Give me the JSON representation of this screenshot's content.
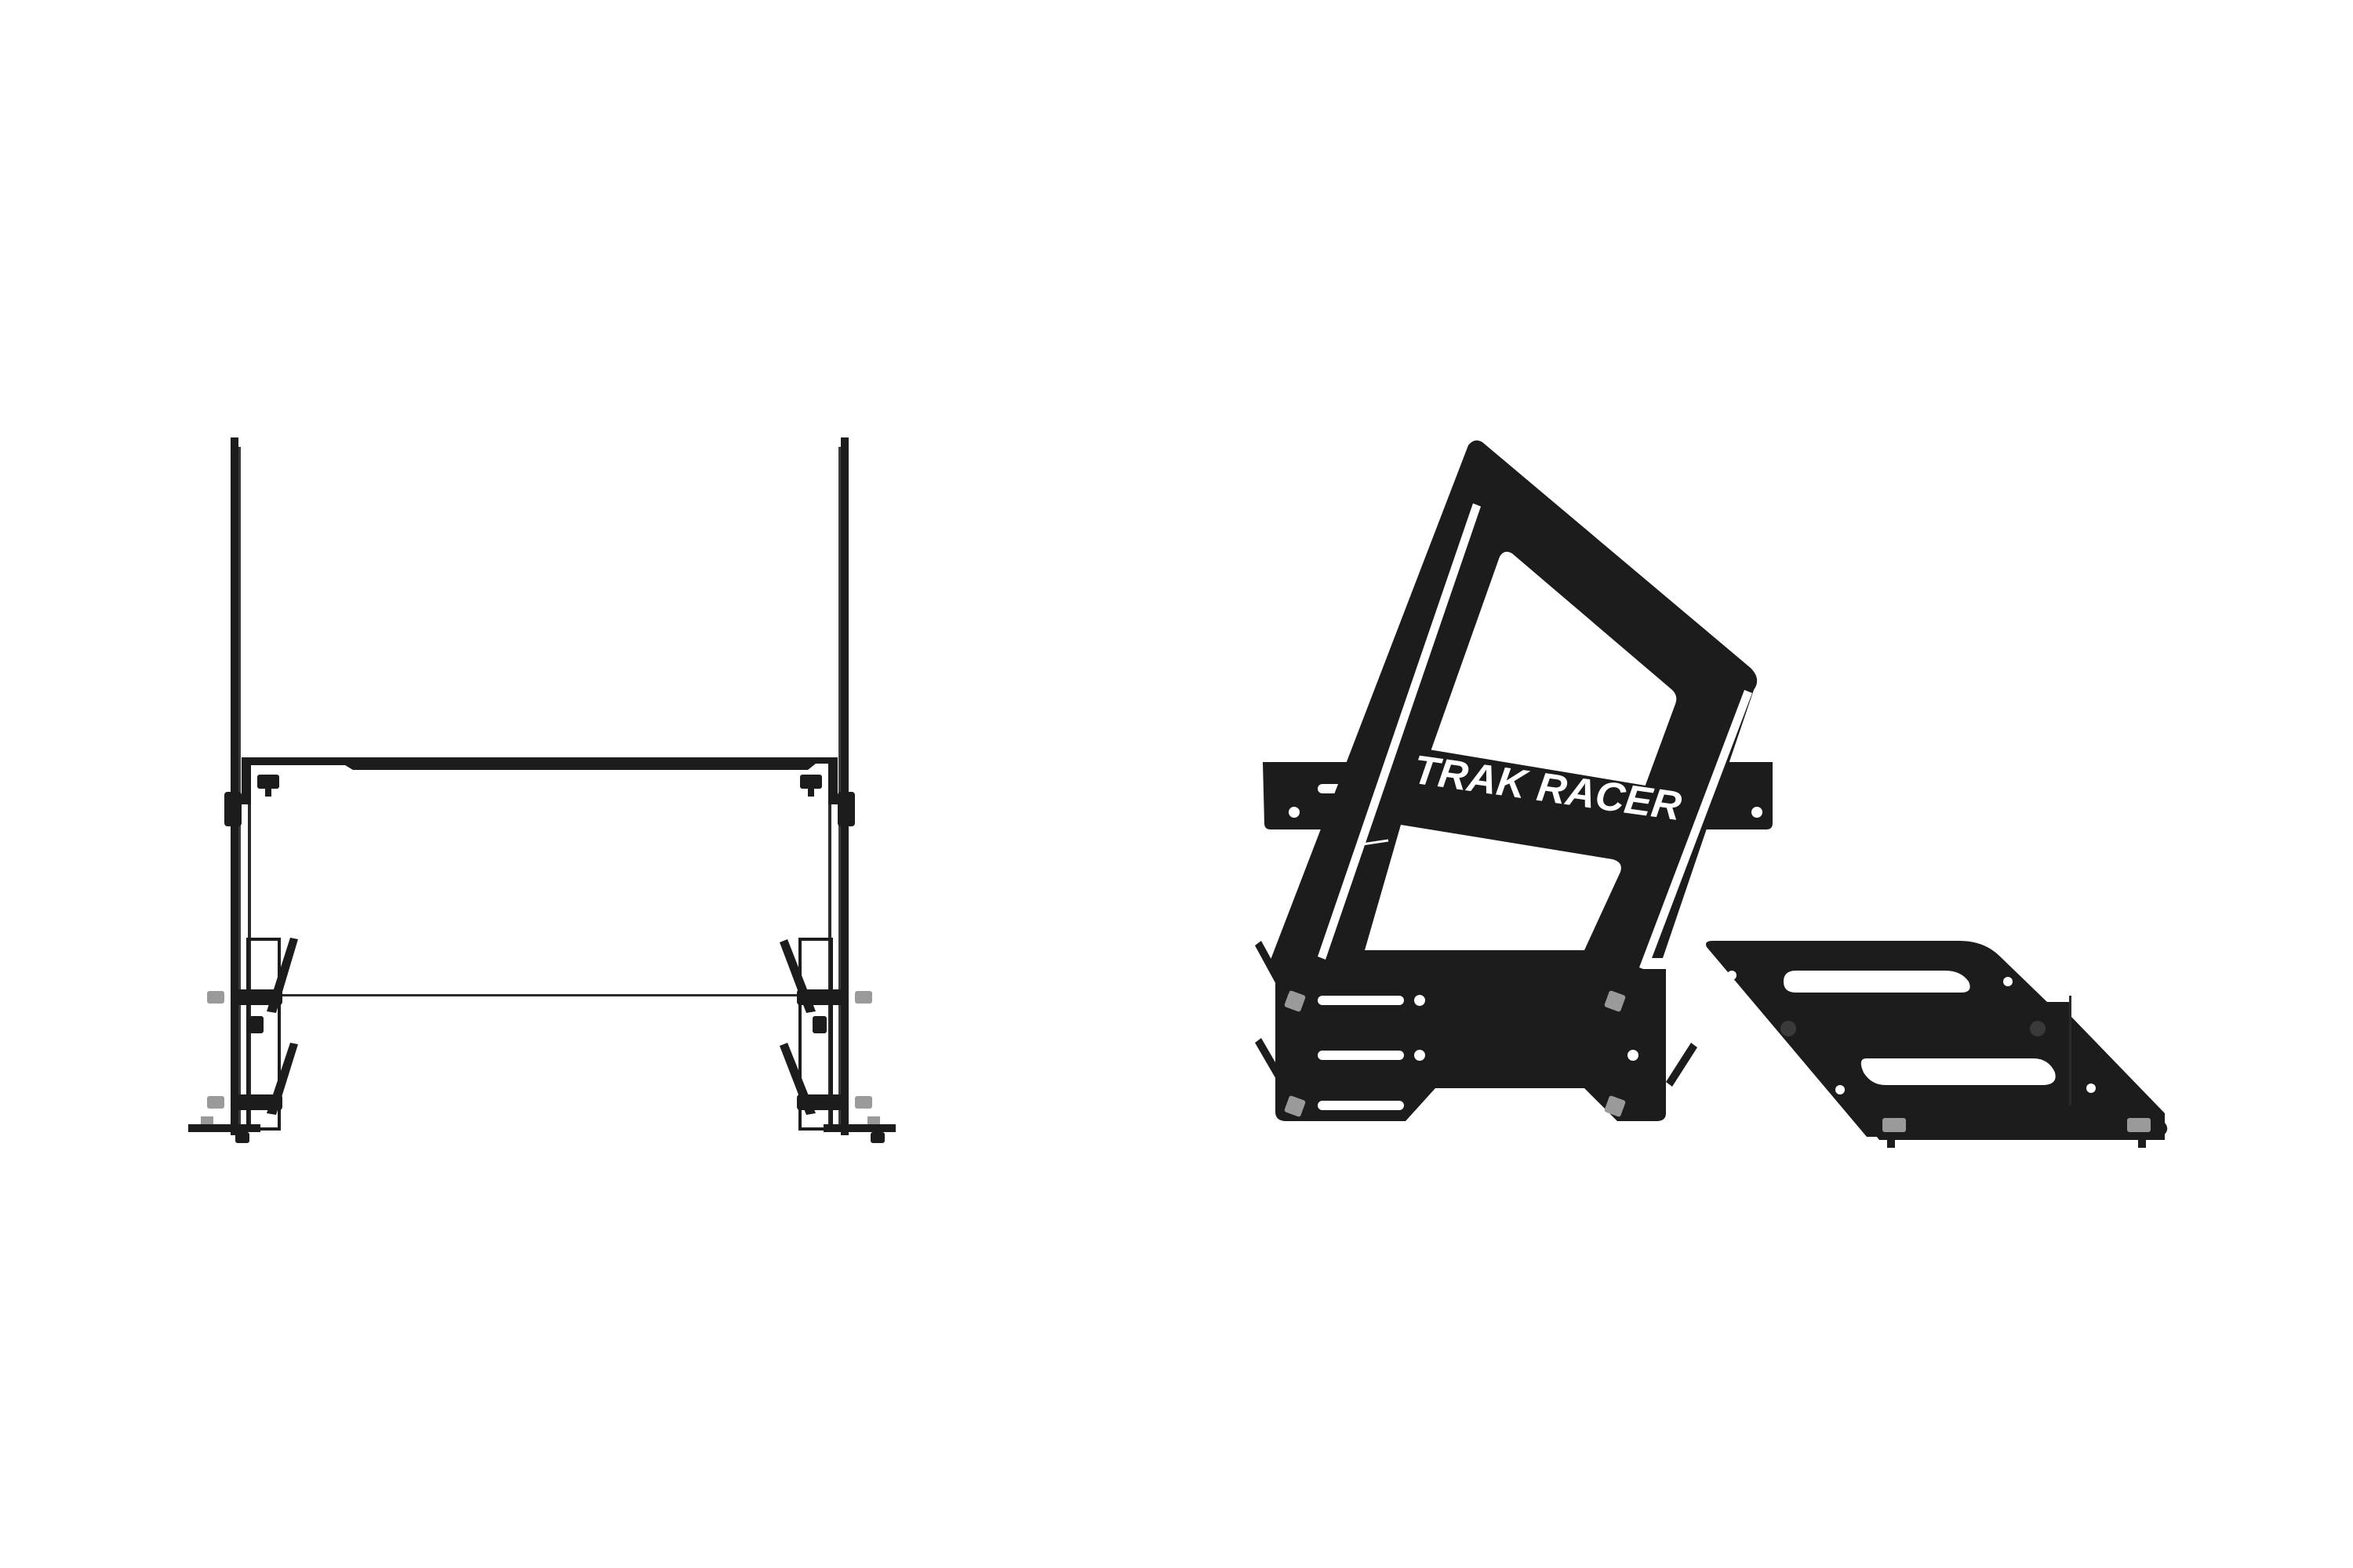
{
  "scene": {
    "background": "#ffffff",
    "metal_color": "#1c1c1c",
    "metal_edge": "#3a3a3a",
    "hardware_color": "#9a9a9a",
    "brand_text_color": "#ffffff"
  },
  "front_view": {
    "icon": "front-frame-view"
  },
  "side_view": {
    "icon": "side-frame-view",
    "brand_label": "TRAK RACER"
  },
  "accessory_plate": {
    "icon": "mounting-plate"
  }
}
